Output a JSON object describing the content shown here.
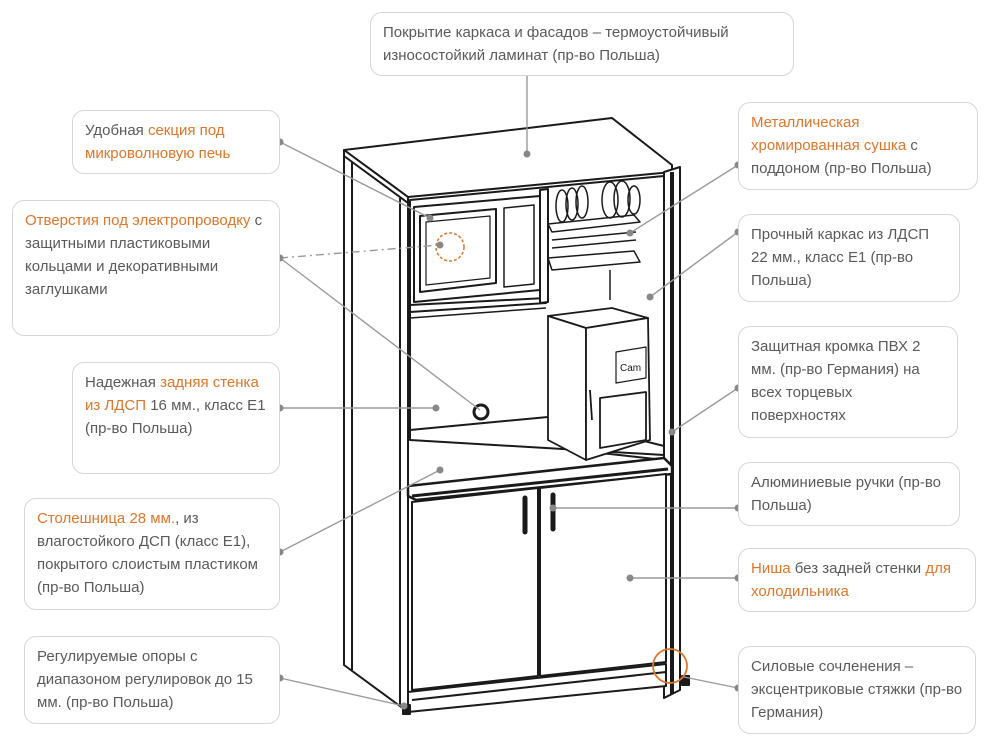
{
  "colors": {
    "text": "#5a5a5a",
    "accent_orange": "#e0762a",
    "box_border": "#d6d6d6",
    "leader_line": "#9a9a9a",
    "dot": "#888888",
    "line_art": "#1a1a1a"
  },
  "callouts": {
    "coating": {
      "t1": "Покрытие каркаса и фасадов – термоустойчивый износостойкий ламинат (пр-во Польша)"
    },
    "microwave": {
      "t1": "Удобная ",
      "hl1": "секция под микроволновую печь"
    },
    "wiring": {
      "hl1": "Отверстия под электропроводку",
      "t1": " с защитными пластиковыми кольцами и декоративными заглушками"
    },
    "back_panel": {
      "t1": "Надежная ",
      "hl1": "задняя стенка из ЛДСП",
      "t2": " 16 мм., класс Е1 (пр-во Польша)"
    },
    "countertop": {
      "hl1": "Столешница 28 мм.",
      "t1": ", из влагостойкого ДСП (класс Е1), покрытого слоистым пластиком (пр-во Польша)"
    },
    "feet": {
      "t1": "Регулируемые опоры с диапазоном регулировок до 15 мм. (пр-во Польша)"
    },
    "dryer": {
      "hl1": "Металлическая хромированная сушка",
      "t1": " с поддоном (пр-во Польша)"
    },
    "frame": {
      "t1": "Прочный каркас из ЛДСП 22 мм., класс Е1 (пр-во Польша)"
    },
    "edge": {
      "t1": "Защитная кромка ПВХ 2 мм. (пр-во Германия) на всех торцевых поверхностях"
    },
    "handles": {
      "t1": "Алюминиевые ручки (пр-во Польша)"
    },
    "niche": {
      "hl1": "Ниша",
      "t1": " без задней стенки ",
      "hl2": "для холодильника"
    },
    "joints": {
      "t1": "Силовые сочленения – эксцентриковые стяжки (пр-во Германия)"
    }
  },
  "appliance_label": "Cam"
}
